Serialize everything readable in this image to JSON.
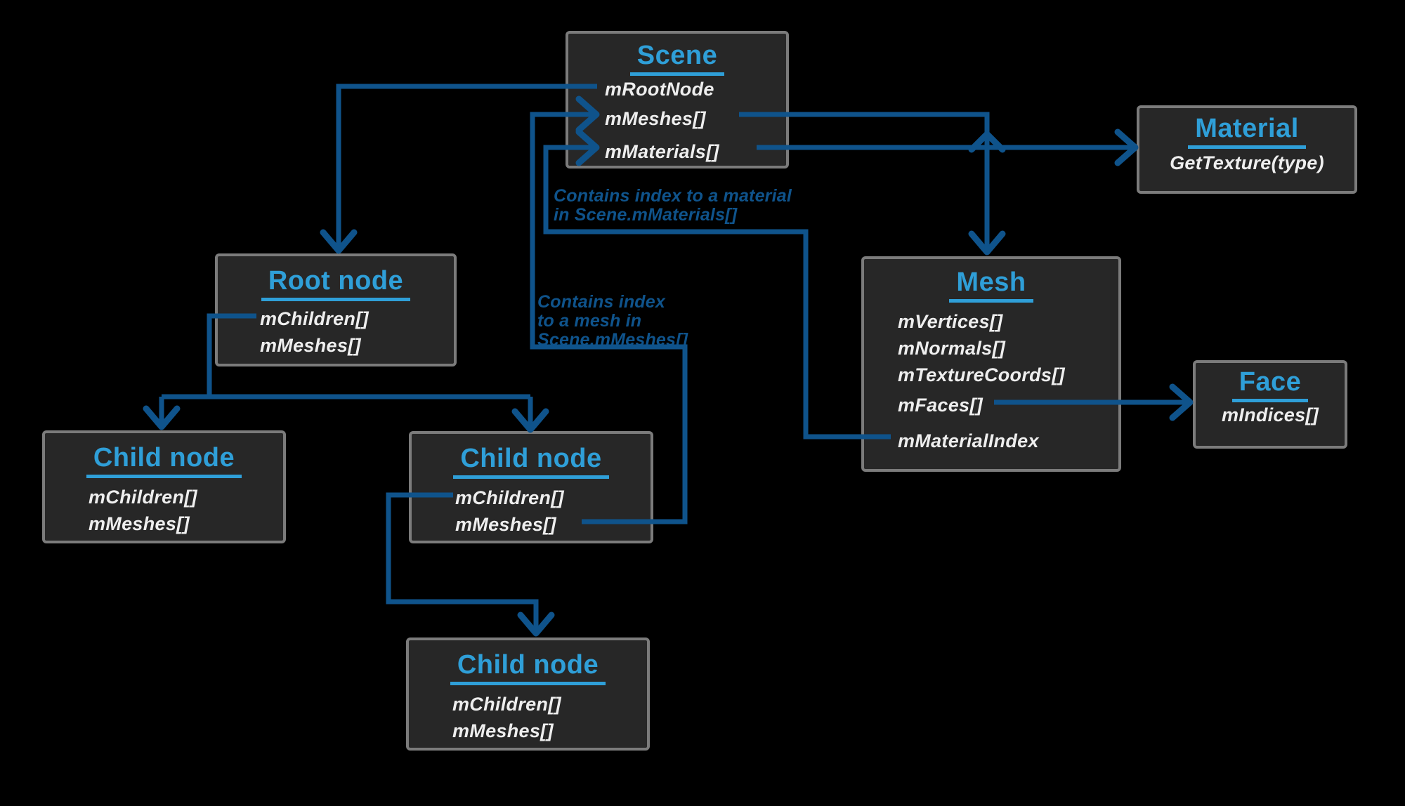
{
  "diagram": {
    "nodes": [
      {
        "id": "scene",
        "title": "Scene",
        "members": [
          "mRootNode",
          "mMeshes[]",
          "mMaterials[]"
        ]
      },
      {
        "id": "root-node",
        "title": "Root node",
        "members": [
          "mChildren[]",
          "mMeshes[]"
        ]
      },
      {
        "id": "child-node-1",
        "title": "Child node",
        "members": [
          "mChildren[]",
          "mMeshes[]"
        ]
      },
      {
        "id": "child-node-2",
        "title": "Child node",
        "members": [
          "mChildren[]",
          "mMeshes[]"
        ]
      },
      {
        "id": "child-node-3",
        "title": "Child node",
        "members": [
          "mChildren[]",
          "mMeshes[]"
        ]
      },
      {
        "id": "mesh",
        "title": "Mesh",
        "members": [
          "mVertices[]",
          "mNormals[]",
          "mTextureCoords[]",
          "mFaces[]",
          "mMaterialIndex"
        ]
      },
      {
        "id": "material",
        "title": "Material",
        "members": [
          "GetTexture(type)"
        ]
      },
      {
        "id": "face",
        "title": "Face",
        "members": [
          "mIndices[]"
        ]
      }
    ],
    "annotations": [
      {
        "id": "material-index-note",
        "lines": [
          "Contains index to a material",
          "in Scene.mMaterials[]"
        ]
      },
      {
        "id": "mesh-index-note",
        "lines": [
          "Contains index",
          "to a mesh in",
          "Scene.mMeshes[]"
        ]
      }
    ],
    "colors": {
      "background": "#000000",
      "box_fill": "#272727",
      "box_border": "#7b7b7b",
      "title_blue": "#2f9fd8",
      "member_text": "#eeeeee",
      "connector_blue": "#0f538b"
    }
  }
}
